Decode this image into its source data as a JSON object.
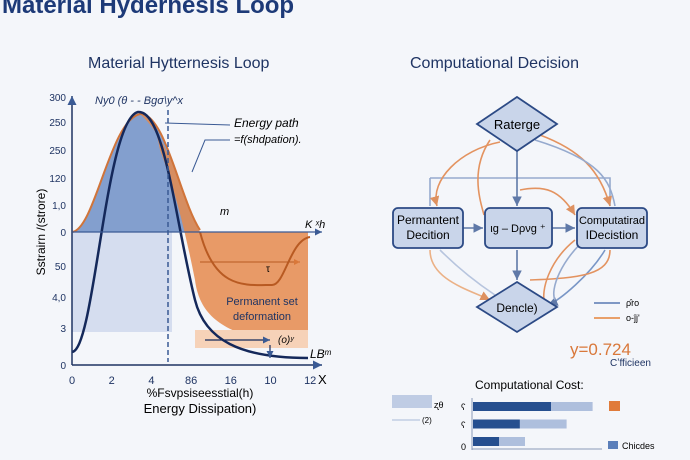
{
  "header": {
    "title": "Material Hydernesis Loop"
  },
  "left_panel": {
    "title": "Material Hytternesis Loop",
    "y_label": "Sstrairn /(strore)",
    "y_ticks": [
      "300",
      "250",
      "250",
      "120",
      "1,0",
      "0",
      "50",
      "4,0",
      "3",
      "0"
    ],
    "x_ticks": [
      "0",
      "2",
      "4",
      "86",
      "16",
      "10",
      "12"
    ],
    "x_axis_end": "X",
    "x_label": "%Fsvpsiseesstial(h)",
    "x_label2": "Energy Dissipation)",
    "top_note": "Ny0 (θ - - Bgσ\\y^x",
    "annotations": {
      "energy_path": "Energy path",
      "energy_path_sub": "=f(shdpation).",
      "m": "m",
      "k": "K ˣh",
      "permanent": "Permanent set",
      "deformation": "deformation",
      "small1": "(o)ʸ",
      "lbm": "LBᵐ",
      "tau": "τ"
    },
    "colors": {
      "blue": "#5b7fba",
      "navy": "#14285a",
      "orange": "#e07b3a"
    }
  },
  "right_panel": {
    "title": "Computational Decision",
    "nodes": {
      "top": "Raterge",
      "left_l1": "Permantent",
      "left_l2": "Decition",
      "middle": "ιg – Dρνg ⁺",
      "right_l1": "Computatirad",
      "right_l2": "IDecistion",
      "bottom": "Dencle)"
    },
    "legend": [
      {
        "label": "ρ̂ro",
        "color": "#7f98c4"
      },
      {
        "label": "o-ĵj'",
        "color": "#e9a06a"
      }
    ],
    "metric": "y=0.724",
    "metric_sub": "Cʼfficieen",
    "cost": {
      "title": "Computational Cost:",
      "bars": [
        {
          "dark": 0.6,
          "light": 0.92
        },
        {
          "dark": 0.36,
          "light": 0.72
        },
        {
          "dark": 0.2,
          "light": 0.4
        }
      ],
      "y_ticks": [
        "ʕ",
        "ʕ",
        "0"
      ],
      "left_labels": [
        "ʐθ",
        "(2)"
      ],
      "legend": "Chicdes"
    }
  }
}
